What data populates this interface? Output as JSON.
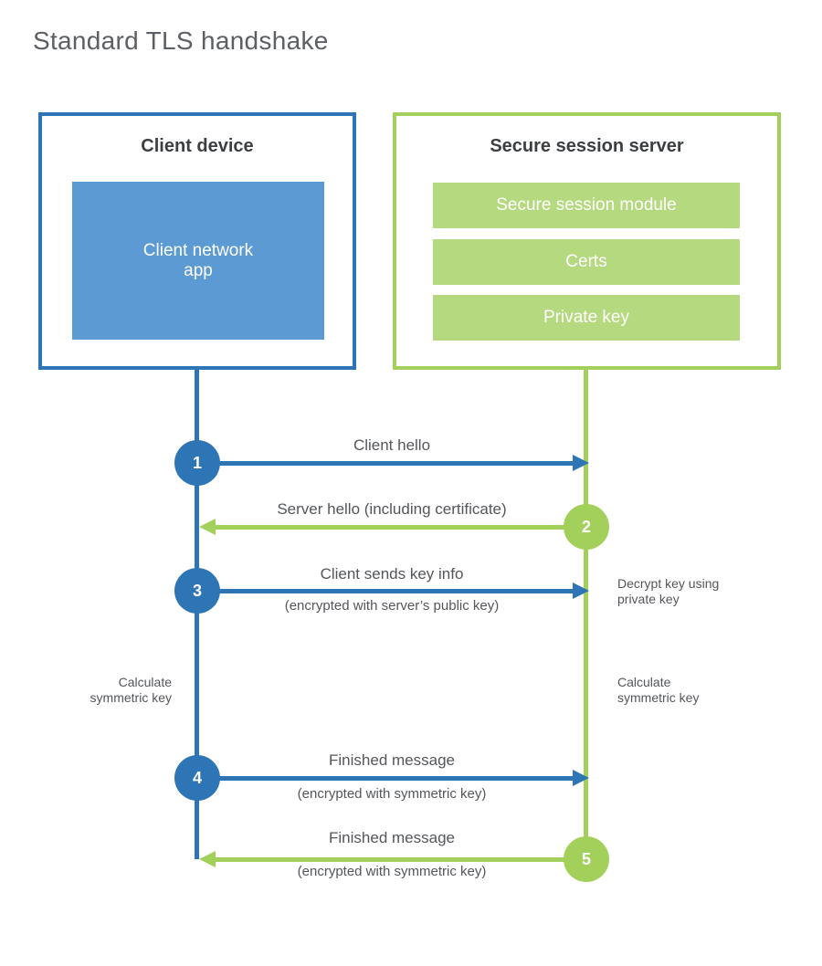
{
  "title": "Standard TLS handshake",
  "colors": {
    "blue": "#2e75b5",
    "blue_fill": "#5b9ad2",
    "green": "#a3d05a",
    "green_fill": "#b5d97e",
    "heading_text": "#3c3f42",
    "label_text": "#53565a",
    "title_text": "#5c5f63"
  },
  "client": {
    "heading": "Client device",
    "app_label": "Client network\napp"
  },
  "server": {
    "heading": "Secure session server",
    "modules": [
      "Secure session module",
      "Certs",
      "Private key"
    ]
  },
  "steps": [
    {
      "num": "1",
      "label": "Client hello",
      "direction": "client-to-server"
    },
    {
      "num": "2",
      "label": "Server hello (including certificate)",
      "direction": "server-to-client"
    },
    {
      "num": "3",
      "label": "Client sends key info",
      "sublabel": "(encrypted with server’s public key)",
      "direction": "client-to-server"
    },
    {
      "num": "4",
      "label": "Finished message",
      "sublabel": "(encrypted with symmetric key)",
      "direction": "client-to-server"
    },
    {
      "num": "5",
      "label": "Finished message",
      "sublabel": "(encrypted with symmetric key)",
      "direction": "server-to-client"
    }
  ],
  "notes": {
    "decrypt": "Decrypt key using\nprivate key",
    "calculate_left": "Calculate\nsymmetric key",
    "calculate_right": "Calculate\nsymmetric key"
  }
}
